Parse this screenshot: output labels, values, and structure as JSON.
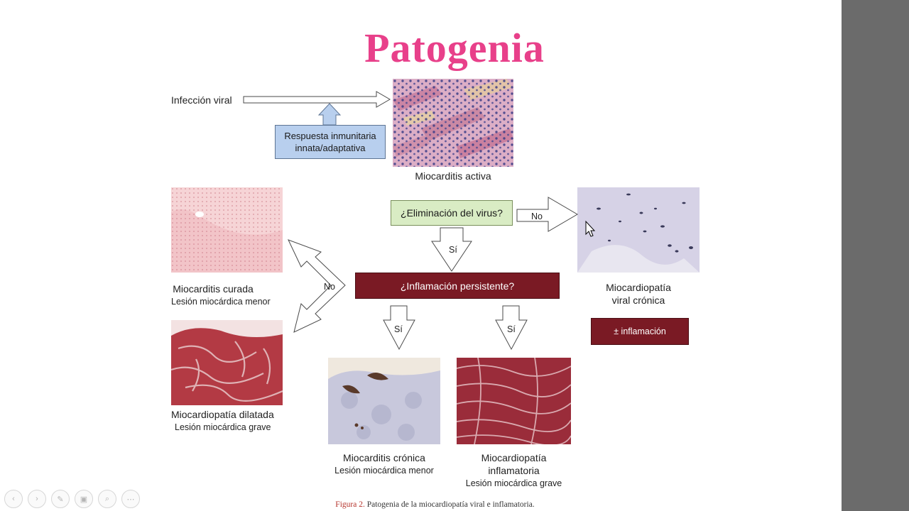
{
  "title": "Patogenia",
  "labels": {
    "viral_infection": "Infección viral",
    "immune_response_line1": "Respuesta inmunitaria",
    "immune_response_line2": "innata/adaptativa",
    "active_myocarditis": "Miocarditis activa",
    "virus_elimination": "¿Eliminación del virus?",
    "no": "No",
    "si": "Sí",
    "persistent_inflammation": "¿Inflamación persistente?",
    "cured_myocarditis": "Miocarditis curada",
    "minor_damage": "Lesión miocárdica menor",
    "dilated_cardiomyopathy": "Miocardiopatía dilatada",
    "severe_damage": "Lesión miocárdica grave",
    "chronic_viral_line1": "Miocardiopatía",
    "chronic_viral_line2": "viral crónica",
    "plus_minus_inflammation": "± inflamación",
    "chronic_myocarditis": "Miocarditis crónica",
    "inflammatory_line1": "Miocardiopatía",
    "inflammatory_line2": "inflamatoria"
  },
  "caption": {
    "figure": "Figura 2.",
    "text": "Patogenia de la miocardiopatía viral e inflamatoria."
  },
  "toolbar": {
    "icons": [
      "prev-icon",
      "play-icon",
      "pen-icon",
      "slides-icon",
      "zoom-icon",
      "more-icon"
    ],
    "symbols": [
      "‹",
      "›",
      "✎",
      "▣",
      "⌕",
      "⋯"
    ]
  },
  "colors": {
    "title": "#e8408a",
    "maroon": "#7a1a24",
    "green_box": "#d9ecc4",
    "blue_box": "#b8cfee",
    "caption_figure": "#b5332b"
  }
}
